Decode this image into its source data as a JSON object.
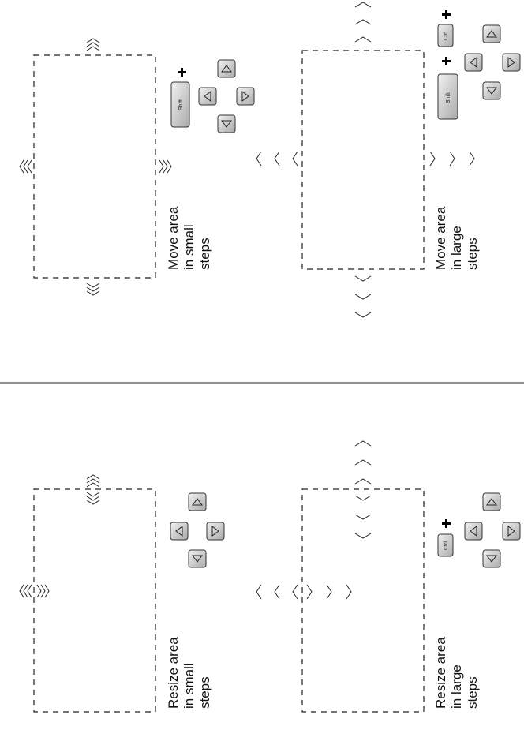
{
  "panels": {
    "move_small": {
      "lines": [
        "Move area",
        "in small",
        "steps"
      ],
      "modifier": "Shift"
    },
    "move_large": {
      "lines": [
        "Move area",
        "in large",
        "steps"
      ],
      "modifiers": [
        "Ctrl",
        "Shift"
      ]
    },
    "resize_small": {
      "lines": [
        "Resize area",
        "in small",
        "steps"
      ]
    },
    "resize_large": {
      "lines": [
        "Resize area",
        "in large",
        "steps"
      ],
      "modifier": "Ctrl"
    }
  },
  "icons": [
    "arrow-up-key-icon",
    "arrow-down-key-icon",
    "arrow-left-key-icon",
    "arrow-right-key-icon",
    "plus-icon",
    "chevron-icon"
  ]
}
